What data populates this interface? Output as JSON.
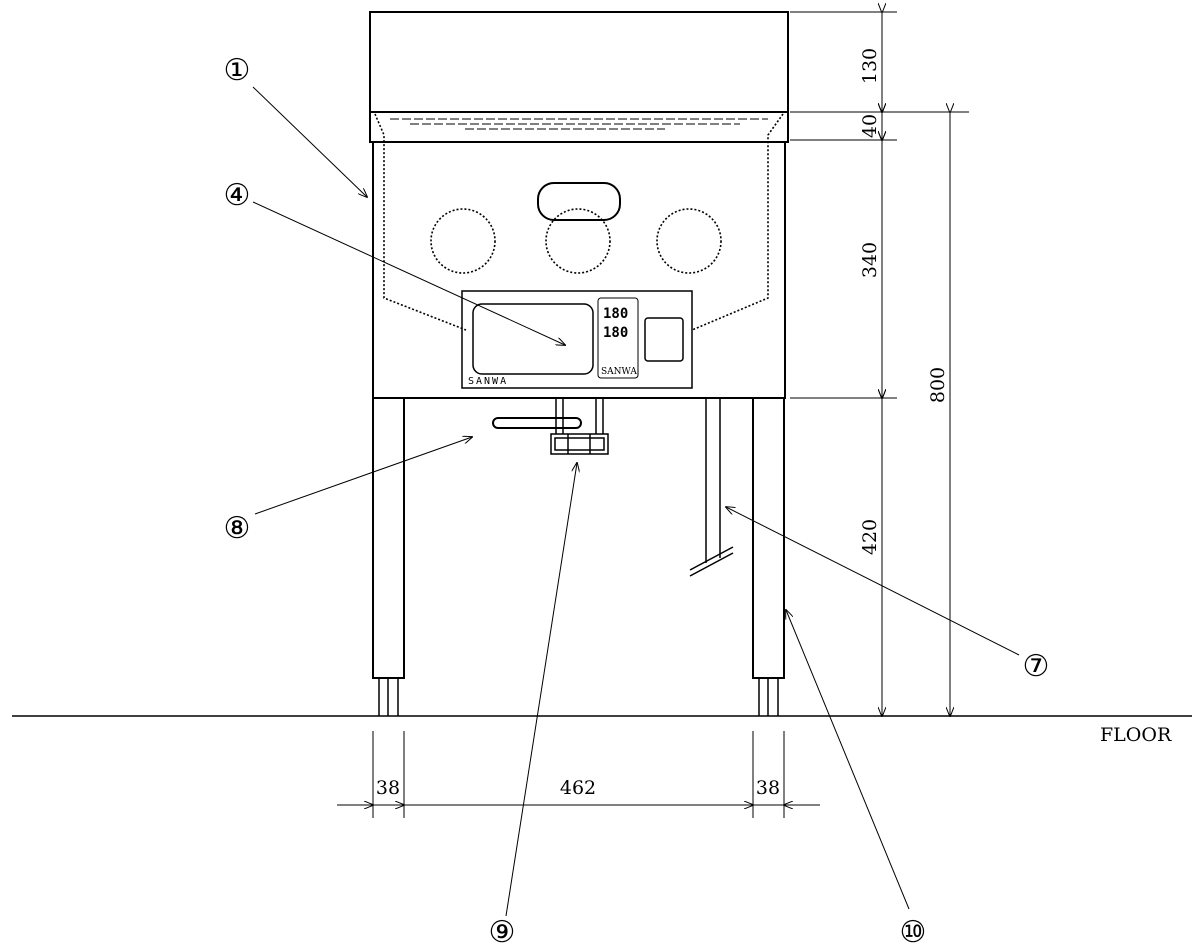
{
  "dimensions": {
    "vertical": [
      "130",
      "40",
      "340",
      "420",
      "800"
    ],
    "horizontal": [
      "38",
      "462",
      "38"
    ]
  },
  "labels": {
    "floor": "FLOOR"
  },
  "callouts": [
    "①",
    "④",
    "⑧",
    "⑨",
    "⑦",
    "⑩"
  ],
  "control_panel": {
    "brand": "SANWA",
    "display_top": "180",
    "display_bottom": "180",
    "display_brand": "SANWA"
  },
  "colors": {
    "line": "#000000",
    "background": "#ffffff"
  }
}
